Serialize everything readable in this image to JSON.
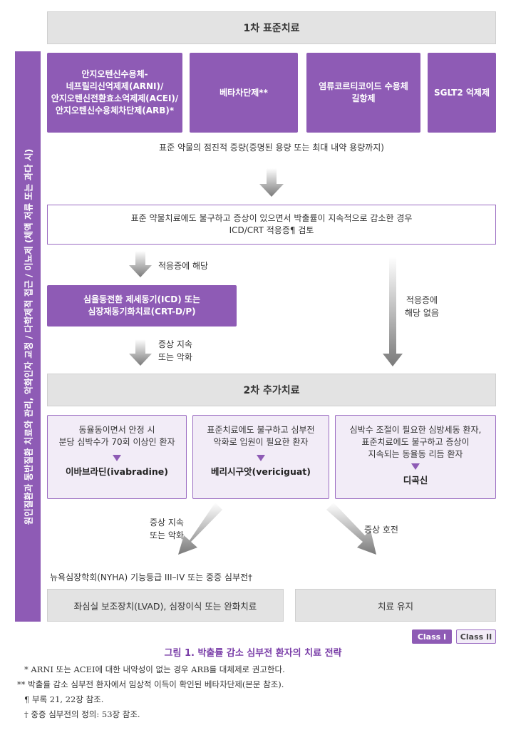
{
  "side_label": "원인질환과 동반질환 치료와 관리, 악화인자 교정 / 다학제적 접근 / 이뇨제 (체액 저류 또는 과다 시)",
  "first_line": {
    "title": "1차 표준치료"
  },
  "drugs": [
    {
      "label": "안지오텐신수용체-\n네프릴리신억제제(ARNI)/\n안지오텐신전환효소억제제(ACEI)/\n안지오텐신수용체차단제(ARB)*"
    },
    {
      "label": "베타차단제**"
    },
    {
      "label": "염류코르티코이드 수용체\n길항제"
    },
    {
      "label": "SGLT2 억제제"
    }
  ],
  "titration_text": "표준 약물의 점진적 증량(증명된 용량 또는 최대 내약 용량까지)",
  "persistent_box": {
    "line1": "표준 약물치료에도 불구하고 증상이 있으면서 박출률이 지속적으로 감소한 경우",
    "line2": "ICD/CRT 적응증¶ 검토"
  },
  "indicated_label": "적응증에 해당",
  "not_indicated_label": "적응증에\n해당 없음",
  "device_box": "심율동전환 제세동기(ICD) 또는\n심장재동기화치료(CRT-D/P)",
  "worsening_label_1": "증상 지속\n또는 악화",
  "second_line": {
    "title": "2차 추가치료"
  },
  "options": [
    {
      "condition": "동율동이면서 안정 시\n분당 심박수가 70회 이상인 환자",
      "drug": "이바브라딘(ivabradine)"
    },
    {
      "condition": "표준치료에도 불구하고 심부전\n악화로 입원이 필요한 환자",
      "drug": "베리시구앗(vericiguat)"
    },
    {
      "condition": "심박수 조절이 필요한 심방세동 환자,\n표준치료에도 불구하고 증상이\n지속되는 동율동 리듬 환자",
      "drug": "디곡신"
    }
  ],
  "worsening_label_2": "증상 지속\n또는 악화",
  "improved_label": "증상 호전",
  "nyha_text": "뉴욕심장학회(NYHA) 기능등급 III–IV 또는 중증 심부전†",
  "advanced_box": "좌심실 보조장치(LVAD), 심장이식 또는 완화치료",
  "maintain_box": "치료 유지",
  "legend": {
    "class1": "Class I",
    "class2": "Class II"
  },
  "figure_title": "그림 1. 박출률 감소 심부전 환자의 치료 전략",
  "footnotes": [
    "* ARNI 또는 ACEI에 대한 내약성이 없는 경우 ARB를 대체제로 권고한다.",
    "** 박출률 감소 심부전 환자에서 임상적 이득이 확인된 베타차단제(본문 참조).",
    "¶ 부록 21, 22장 참조.",
    "† 중증 심부전의 정의: 53장 참조."
  ],
  "colors": {
    "purple": "#8e5bb5",
    "lavender": "#f2ecf7",
    "gray": "#e3e3e3",
    "arrow_gray": "#7d7d7d",
    "title_purple": "#7a3ea8"
  }
}
